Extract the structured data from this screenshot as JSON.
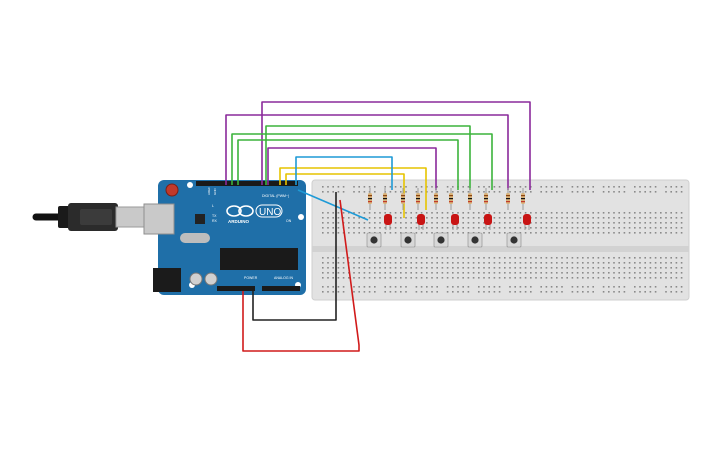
{
  "arduino": {
    "brand": "ARDUINO",
    "model": "UNO",
    "label_digital": "DIGITAL (PWM~)",
    "label_power": "POWER",
    "label_analog": "ANALOG IN",
    "label_tx": "TX",
    "label_rx": "RX",
    "label_l": "L",
    "label_on": "ON",
    "label_aref": "AREF",
    "label_gnd": "GND"
  },
  "colors": {
    "board": "#1f6fa8",
    "breadboard": "#e2e2e2",
    "wire_purple": "#8a2a9b",
    "wire_green": "#3cb43c",
    "wire_yellow": "#e6c400",
    "wire_blue": "#1e9ad6",
    "wire_black": "#222222",
    "wire_red": "#d11a1a",
    "led": "#c81414",
    "button": "#333333"
  },
  "components": {
    "resistor_count": 10,
    "led_count": 5,
    "pushbutton_count": 5
  }
}
